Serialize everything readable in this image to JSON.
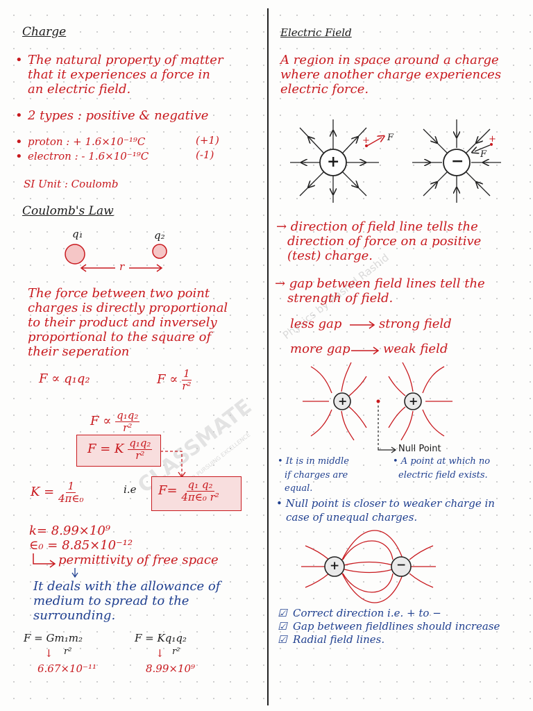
{
  "left": {
    "charge": {
      "heading": "Charge",
      "def_lines": [
        "The natural property of matter",
        "that it experiences a force in",
        "an electric field."
      ],
      "types": "2 types : positive & negative",
      "proton": "proton : + 1.6×10⁻¹⁹C",
      "proton_sign": "(+1)",
      "electron": "electron : - 1.6×10⁻¹⁹C",
      "electron_sign": "(-1)",
      "si_unit": "SI Unit : Coulomb"
    },
    "coulomb": {
      "heading": "Coulomb's Law",
      "q1": "q₁",
      "q2": "q₂",
      "r": "r",
      "desc_lines": [
        "The force between two point",
        "charges is directly proportional",
        "to their product and inversely",
        "proportional to the square of",
        "their seperation"
      ],
      "prop1": "F ∝ q₁q₂",
      "prop2_lhs": "F ∝",
      "prop2_num": "1",
      "prop2_den": "r²",
      "prop3_lhs": "F ∝",
      "prop3_num": "q₁q₂",
      "prop3_den": "r²",
      "law_lhs": "F = K",
      "law_num": "q₁q₂",
      "law_den": "r²",
      "k_lhs": "K =",
      "k_num": "1",
      "k_den": "4π∈₀",
      "ie": "i.e",
      "final_lhs": "F=",
      "final_num": "q₁ q₂",
      "final_den": "4π∈₀ r²",
      "k_value": "k= 8.99×10⁹",
      "e0_value": "∈₀ = 8.85×10⁻¹²",
      "permittivity": "permittivity of free space",
      "allowance_lines": [
        "It deals with the allowance of",
        "medium to spread to the",
        "surrounding."
      ],
      "grav_lhs": "F = Gm₁m₂",
      "grav_den": "r²",
      "grav_const": "6.67×10⁻¹¹",
      "coul_lhs": "F = Kq₁q₂",
      "coul_den": "r²",
      "coul_const": "8.99×10⁹"
    }
  },
  "right": {
    "field": {
      "heading": "Electric Field",
      "def_lines": [
        "A region in space around a charge",
        "where another charge experiences",
        "electric force."
      ],
      "pos_sign": "+",
      "neg_sign": "−",
      "test_charge": "+",
      "force_label": "F",
      "dir_lines": [
        "→ direction of field line tells the",
        "direction of force on a positive",
        "(test) charge."
      ],
      "gap_lines": [
        "→ gap between field lines tell the",
        "strength of field."
      ],
      "less_gap": "less gap",
      "strong": "strong field",
      "more_gap": "more gap",
      "weak": "weak field",
      "null_point": "Null Point",
      "middle_lines": [
        "• It is in middle",
        "if charges are",
        "equal."
      ],
      "null_def_lines": [
        "• A point at which no",
        "electric field exists."
      ],
      "closer_lines": [
        "• Null point is closer to weaker charge in",
        "case of unequal charges."
      ],
      "checks": [
        "Correct direction i.e. + to −",
        "Gap between fieldlines should increase",
        "Radial field lines."
      ]
    }
  },
  "watermarks": {
    "brand": "CLASSMATE",
    "tagline": "PARTNER FOR PURSUING EXCELLENCE",
    "author": "Physics by Rashid Rashid"
  }
}
